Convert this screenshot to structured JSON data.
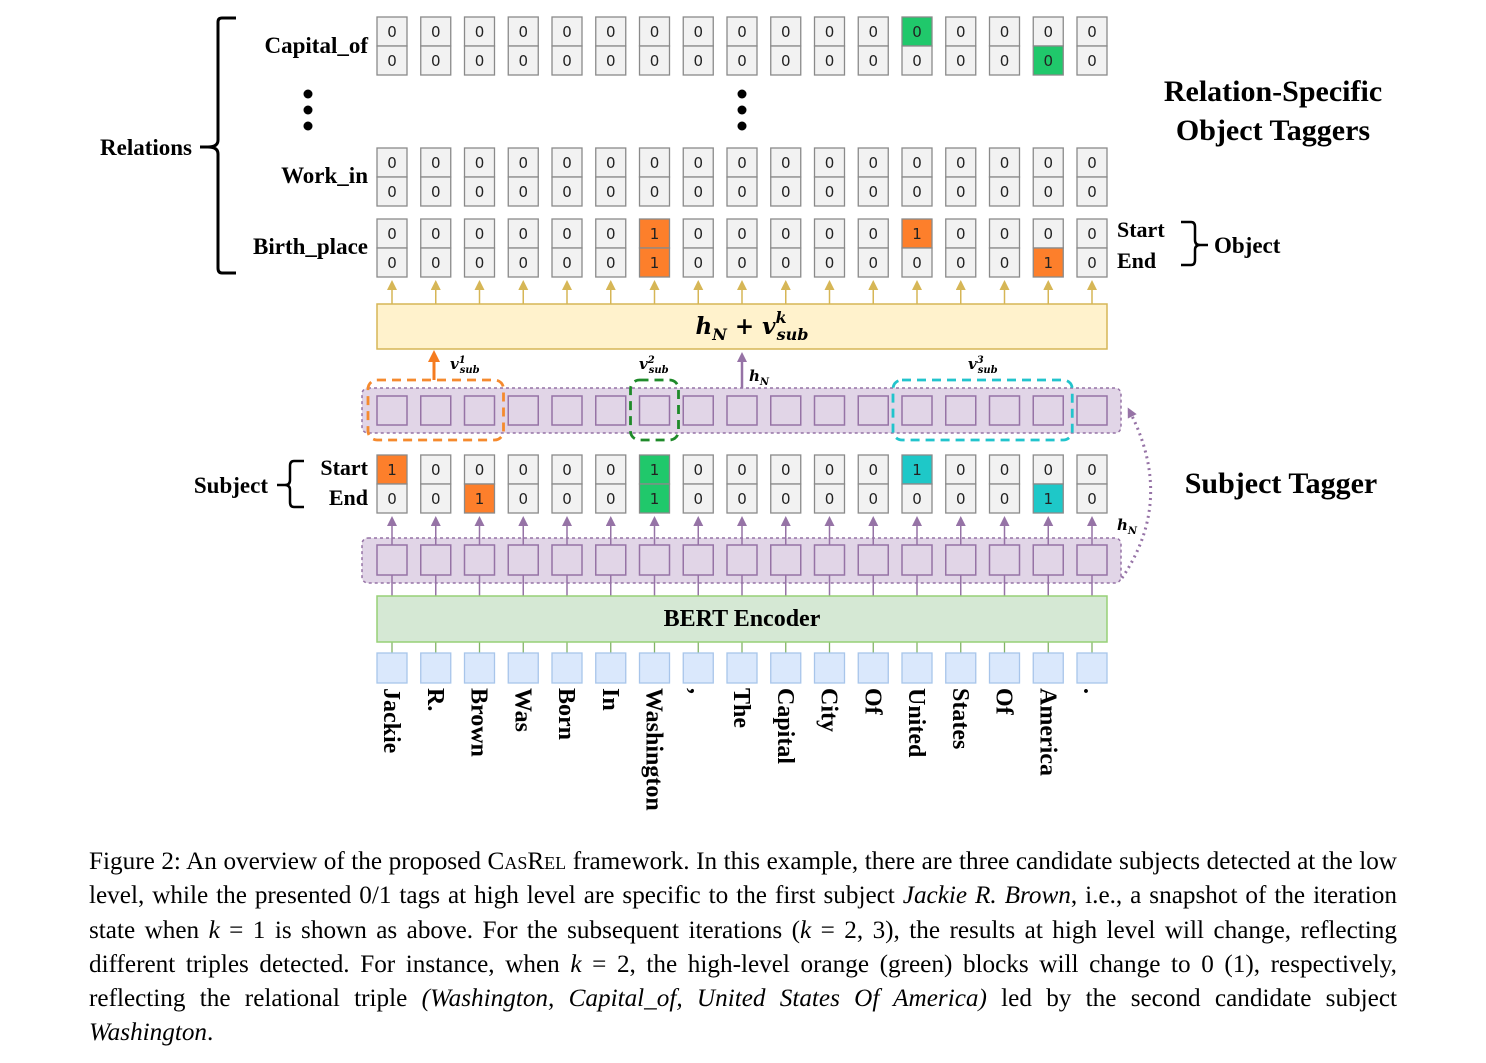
{
  "figure": {
    "tokens": [
      "Jackie",
      "R.",
      "Brown",
      "Was",
      "Born",
      "In",
      "Washington",
      ",",
      "The",
      "Capital",
      "City",
      "Of",
      "United",
      "States",
      "Of",
      "America",
      "."
    ],
    "relations_label": "Relations",
    "object_taggers_title_line1": "Relation-Specific",
    "object_taggers_title_line2": "Object Taggers",
    "subject_tagger_title": "Subject Tagger",
    "encoder_label": "BERT Encoder",
    "object_start_label": "Start",
    "object_end_label": "End",
    "object_label": "Object",
    "subject_label": "Subject",
    "subject_start_label": "Start",
    "subject_end_label": "End",
    "ellipsis": "⋮",
    "fusion_formula": {
      "h": "h",
      "h_sub": "N",
      "plus": " + ",
      "v": "v",
      "v_sup": "k",
      "v_sub": "sub"
    },
    "hN_label": {
      "h": "h",
      "sub": "N"
    },
    "v_sub_labels": [
      {
        "v": "v",
        "sup": "1",
        "sub": "sub"
      },
      {
        "v": "v",
        "sup": "2",
        "sub": "sub"
      },
      {
        "v": "v",
        "sup": "3",
        "sub": "sub"
      }
    ],
    "relations": [
      {
        "name": "Capital_of",
        "start": [
          0,
          0,
          0,
          0,
          0,
          0,
          0,
          0,
          0,
          0,
          0,
          0,
          0,
          0,
          0,
          0,
          0
        ],
        "end": [
          0,
          0,
          0,
          0,
          0,
          0,
          0,
          0,
          0,
          0,
          0,
          0,
          0,
          0,
          0,
          0,
          0
        ],
        "start_highlight": {
          "12": "green"
        },
        "end_highlight": {
          "15": "green"
        }
      },
      {
        "name": "Work_in",
        "start": [
          0,
          0,
          0,
          0,
          0,
          0,
          0,
          0,
          0,
          0,
          0,
          0,
          0,
          0,
          0,
          0,
          0
        ],
        "end": [
          0,
          0,
          0,
          0,
          0,
          0,
          0,
          0,
          0,
          0,
          0,
          0,
          0,
          0,
          0,
          0,
          0
        ],
        "start_highlight": {},
        "end_highlight": {}
      },
      {
        "name": "Birth_place",
        "start": [
          0,
          0,
          0,
          0,
          0,
          0,
          1,
          0,
          0,
          0,
          0,
          0,
          1,
          0,
          0,
          0,
          0
        ],
        "end": [
          0,
          0,
          0,
          0,
          0,
          0,
          1,
          0,
          0,
          0,
          0,
          0,
          0,
          0,
          0,
          1,
          0
        ],
        "start_highlight": {
          "6": "orange",
          "12": "orange"
        },
        "end_highlight": {
          "6": "orange",
          "15": "orange"
        }
      }
    ],
    "subject_tags": {
      "start": [
        1,
        0,
        0,
        0,
        0,
        0,
        1,
        0,
        0,
        0,
        0,
        0,
        1,
        0,
        0,
        0,
        0
      ],
      "end": [
        0,
        0,
        1,
        0,
        0,
        0,
        1,
        0,
        0,
        0,
        0,
        0,
        0,
        0,
        0,
        1,
        0
      ],
      "start_highlight": {
        "0": "orange",
        "6": "green",
        "12": "cyan"
      },
      "end_highlight": {
        "2": "orange",
        "6": "green",
        "15": "cyan"
      }
    },
    "candidate_subjects": [
      {
        "name": "v1",
        "from": 0,
        "to": 2,
        "color": "orange"
      },
      {
        "name": "v2",
        "from": 6,
        "to": 6,
        "color": "green"
      },
      {
        "name": "v3",
        "from": 12,
        "to": 15,
        "color": "cyan"
      }
    ],
    "colors": {
      "orange": "#fd7f2b",
      "green": "#20c86b",
      "cyan": "#1ec8c8",
      "cell_bg": "#f2f2f2",
      "cell_border": "#8a8a8a",
      "purple_fill": "#e1d5e7",
      "purple_line": "#9673a6",
      "yellow_fill": "#fff2cc",
      "yellow_line": "#d6b656",
      "green_fill": "#d5e8d4",
      "green_line": "#82b366",
      "blue_fill": "#dae8fc",
      "blue_line": "#a8c5ea",
      "dash_orange": "#f58a2e",
      "dash_green": "#1f8a2a",
      "dash_cyan": "#22c4cc"
    }
  },
  "caption": {
    "p1": "Figure 2: An overview of the proposed ",
    "casrel": "CasRel",
    "p2": " framework. In this example, there are three candidate subjects detected at the low level, while the presented 0/1 tags at high level are specific to the first subject ",
    "i1": "Jackie R. Brown",
    "p3": ", i.e., a snapshot of the iteration state when ",
    "k1": "k",
    "p4": " = 1 is shown as above. For the subsequent iterations (",
    "k2": "k",
    "p5": " = 2, 3), the results at high level will change, reflecting different triples detected. For instance, when ",
    "k3": "k",
    "p6": " = 2, the high-level orange (green) blocks will change to 0 (1), respectively, reflecting the relational triple ",
    "i2": "(Washington, Capital_of, United States Of America)",
    "p7": " led by the second candidate subject ",
    "i3": "Washington",
    "p8": "."
  }
}
